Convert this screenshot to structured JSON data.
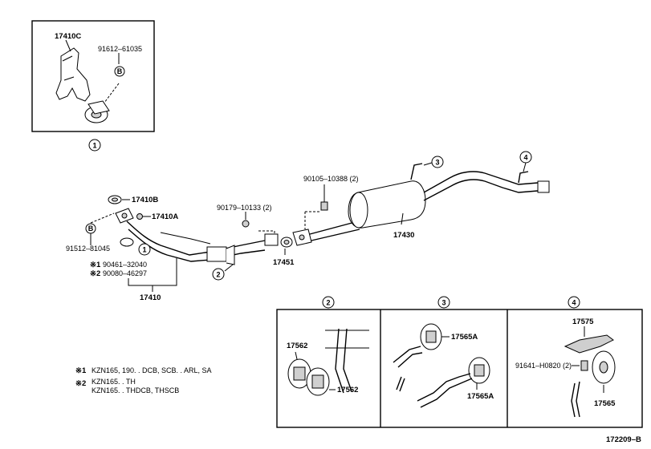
{
  "diagram_id": "172209–B",
  "inset1": {
    "part_top": "17410C",
    "part_bolt": "91612–61035",
    "marker_b": "B",
    "caption": "1"
  },
  "main": {
    "p17410b": "17410B",
    "p17410a": "17410A",
    "marker_b": "B",
    "p91512": "91512–81045",
    "circ1": "1",
    "note1_mark": "※1",
    "note1_part": "90461–32040",
    "note2_mark": "※2",
    "note2_part": "90080–46297",
    "p17410": "17410",
    "circ2": "2",
    "p90179": "90179–10133 (2)",
    "p17451": "17451",
    "p90105": "90105–10388 (2)",
    "p17430": "17430",
    "circ3": "3",
    "circ4": "4"
  },
  "notes": {
    "n1_mark": "※1",
    "n1_text": "KZN165, 190. . DCB, SCB. . ARL, SA",
    "n2_mark": "※2",
    "n2_line1": "KZN165. . TH",
    "n2_line2": "KZN165. . THDCB, THSCB"
  },
  "detail2": {
    "num": "2",
    "p17562a": "17562",
    "p17562b": "17562"
  },
  "detail3": {
    "num": "3",
    "p17565a_top": "17565A",
    "p17565a_bottom": "17565A"
  },
  "detail4": {
    "num": "4",
    "p17575": "17575",
    "p91641": "91641–H0820 (2)",
    "p17565": "17565"
  }
}
